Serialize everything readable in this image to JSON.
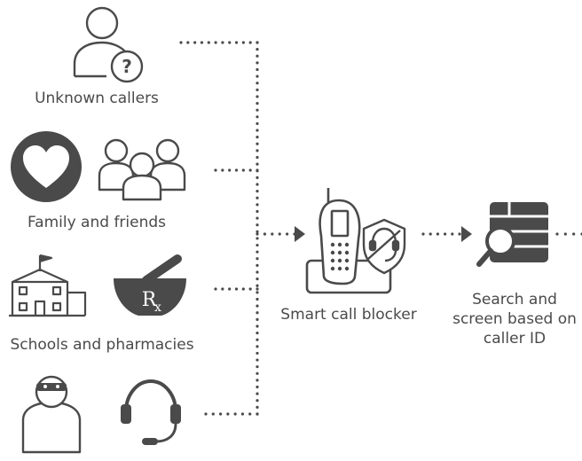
{
  "colors": {
    "icon": "#4a4a4a",
    "text": "#4a4a4a",
    "dots": "#4a4a4a",
    "background": "#ffffff"
  },
  "sources": [
    {
      "label": "Unknown callers",
      "icons": [
        "unknown-caller-icon"
      ]
    },
    {
      "label": "Family and friends",
      "icons": [
        "heart-icon",
        "family-group-icon"
      ]
    },
    {
      "label": "Schools and pharmacies",
      "icons": [
        "school-icon",
        "pharmacy-rx-icon"
      ]
    },
    {
      "label": "",
      "icons": [
        "masked-caller-icon",
        "headset-icon"
      ]
    }
  ],
  "blocker": {
    "label": "Smart call blocker",
    "icons": [
      "cordless-phone-icon",
      "shield-icon"
    ]
  },
  "search": {
    "lines": [
      "Search and",
      "screen based on",
      "caller ID"
    ],
    "icons": [
      "database-search-icon"
    ]
  }
}
